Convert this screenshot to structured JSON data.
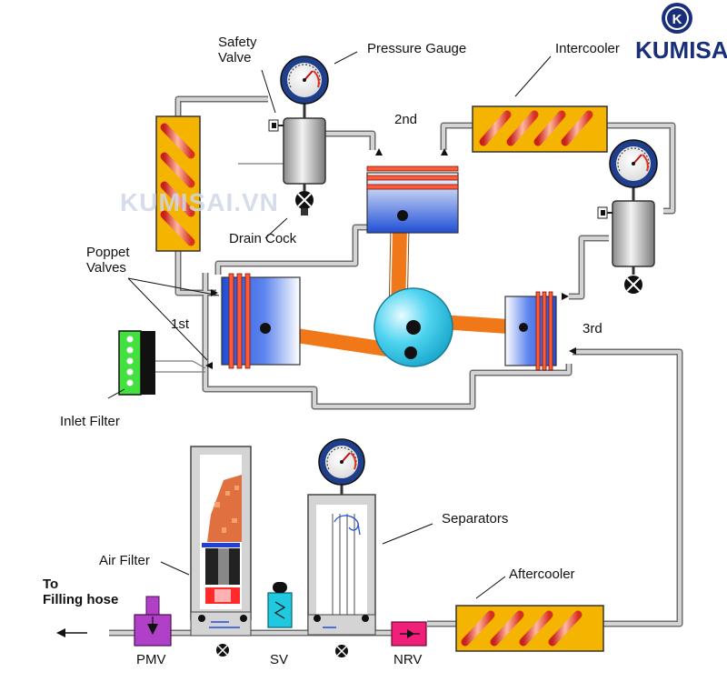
{
  "brand": {
    "name": "KUMISAI",
    "logo_letter": "K",
    "watermark": "KUMISAI.VN"
  },
  "labels": {
    "safety_valve": "Safety\nValve",
    "pressure_gauge": "Pressure Gauge",
    "intercooler": "Intercooler",
    "second_stage": "2nd",
    "drain_cock": "Drain Cock",
    "poppet_valves": "Poppet\nValves",
    "first_stage": "1st",
    "third_stage": "3rd",
    "inlet_filter": "Inlet Filter",
    "separators": "Separators",
    "air_filter": "Air Filter",
    "aftercooler": "Aftercooler",
    "to_filling_hose": "To\nFilling hose",
    "pmv": "PMV",
    "sv": "SV",
    "nrv": "NRV"
  },
  "colors": {
    "pipe": "#c8c8c8",
    "pipe_edge": "#6e6e6e",
    "cooler_fill": "#f5b400",
    "coil": "#e23a2a",
    "piston_blue": "#1f4fd6",
    "crank_cyan": "#3fd0ee",
    "rod_orange": "#f07818",
    "brand_blue": "#1a2f7a",
    "pmv_purple": "#b040c8",
    "sv_cyan": "#20c8e0",
    "nrv_pink": "#f0207a",
    "inlet_green": "#44e040"
  }
}
